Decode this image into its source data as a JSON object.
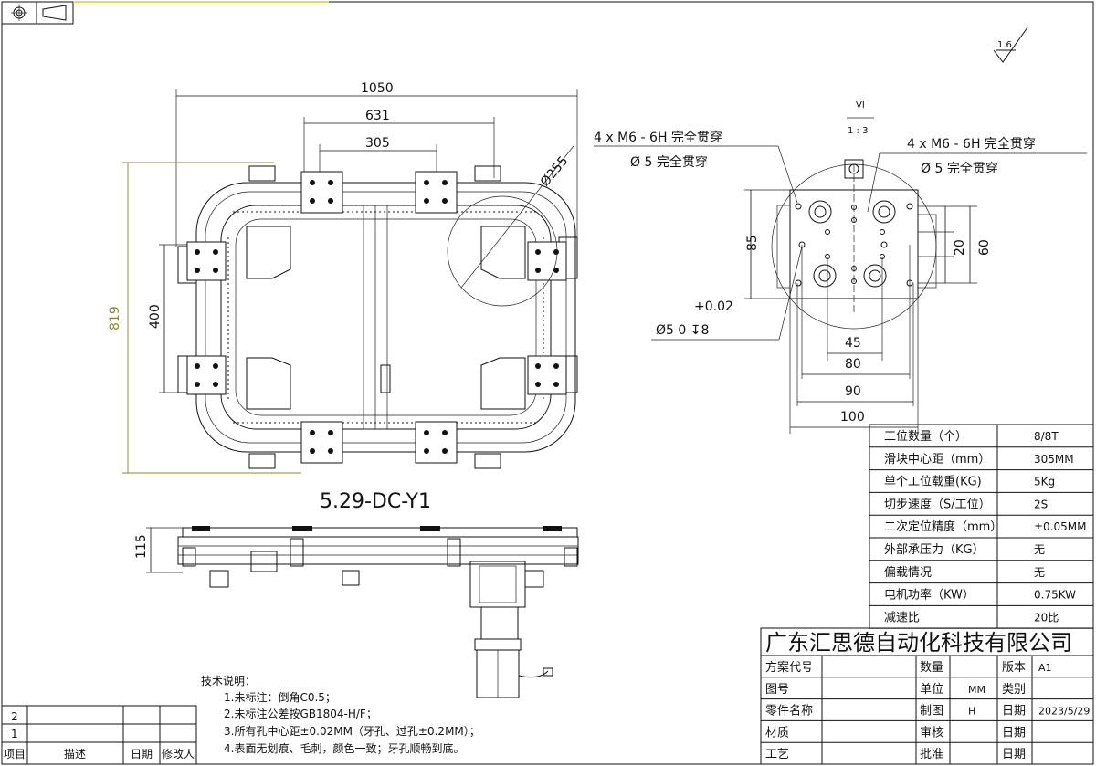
{
  "main_view": {
    "dims": {
      "overall_width": "1050",
      "slider_span": "631",
      "slider_pitch": "305",
      "overall_height": "819",
      "inner_height": "400",
      "circle_dia": "Ø255",
      "side_height": "115"
    },
    "label": "5.29-DC-Y1"
  },
  "detail_view": {
    "view_id": "VI",
    "scale": "1 : 3",
    "callout_left_1": "4 x  M6 - 6H 完全贯穿",
    "callout_left_2": "Ø 5 完全贯穿",
    "callout_right_1": "4 x  M6 - 6H 完全贯穿",
    "callout_right_2": "Ø 5 完全贯穿",
    "tol_upper": "+0.02",
    "hole_spec": "Ø5   0   ↧8",
    "dims": {
      "h85": "85",
      "h20": "20",
      "h60": "60",
      "w45": "45",
      "w80": "80",
      "w90": "90",
      "w100": "100"
    }
  },
  "surface_finish": "1.6",
  "spec_table": [
    {
      "label": "工位数量（个）",
      "value": "8/8T"
    },
    {
      "label": "滑块中心距（mm）",
      "value": "305MM"
    },
    {
      "label": "单个工位载重(KG)",
      "value": "5Kg"
    },
    {
      "label": "切步速度（S/工位）",
      "value": "2S"
    },
    {
      "label": "二次定位精度（mm）",
      "value": "±0.05MM"
    },
    {
      "label": "外部承压力（KG）",
      "value": "无"
    },
    {
      "label": "偏载情况",
      "value": "无"
    },
    {
      "label": "电机功率（KW）",
      "value": "0.75KW"
    },
    {
      "label": "减速比",
      "value": "20比"
    }
  ],
  "title_block": {
    "company": "广东汇思德自动化科技有限公司",
    "rows": [
      {
        "l1": "方案代号",
        "v1": "",
        "l2": "数量",
        "v2": "",
        "l3": "版本",
        "v3": "A1"
      },
      {
        "l1": "图号",
        "v1": "",
        "l2": "单位",
        "v2": "MM",
        "l3": "类别",
        "v3": ""
      },
      {
        "l1": "零件名称",
        "v1": "",
        "l2": "制图",
        "v2": "H",
        "l3": "日期",
        "v3": "2023/5/29"
      },
      {
        "l1": "材质",
        "v1": "",
        "l2": "审核",
        "v2": "",
        "l3": "日期",
        "v3": ""
      },
      {
        "l1": "工艺",
        "v1": "",
        "l2": "批准",
        "v2": "",
        "l3": "日期",
        "v3": ""
      }
    ]
  },
  "tech_notes": {
    "title": "技术说明：",
    "items": [
      "1.未标注：倒角C0.5；",
      "2.未标注公差按GB1804-H/F；",
      "3.所有孔中心距±0.02MM（牙孔、过孔±0.2MM）；",
      "4.表面无划痕、毛刺，颜色一致；牙孔顺畅到底。"
    ]
  },
  "revision_table": {
    "rows": [
      "2",
      "1"
    ],
    "headers": [
      "项目",
      "描述",
      "日期",
      "修改人"
    ]
  }
}
